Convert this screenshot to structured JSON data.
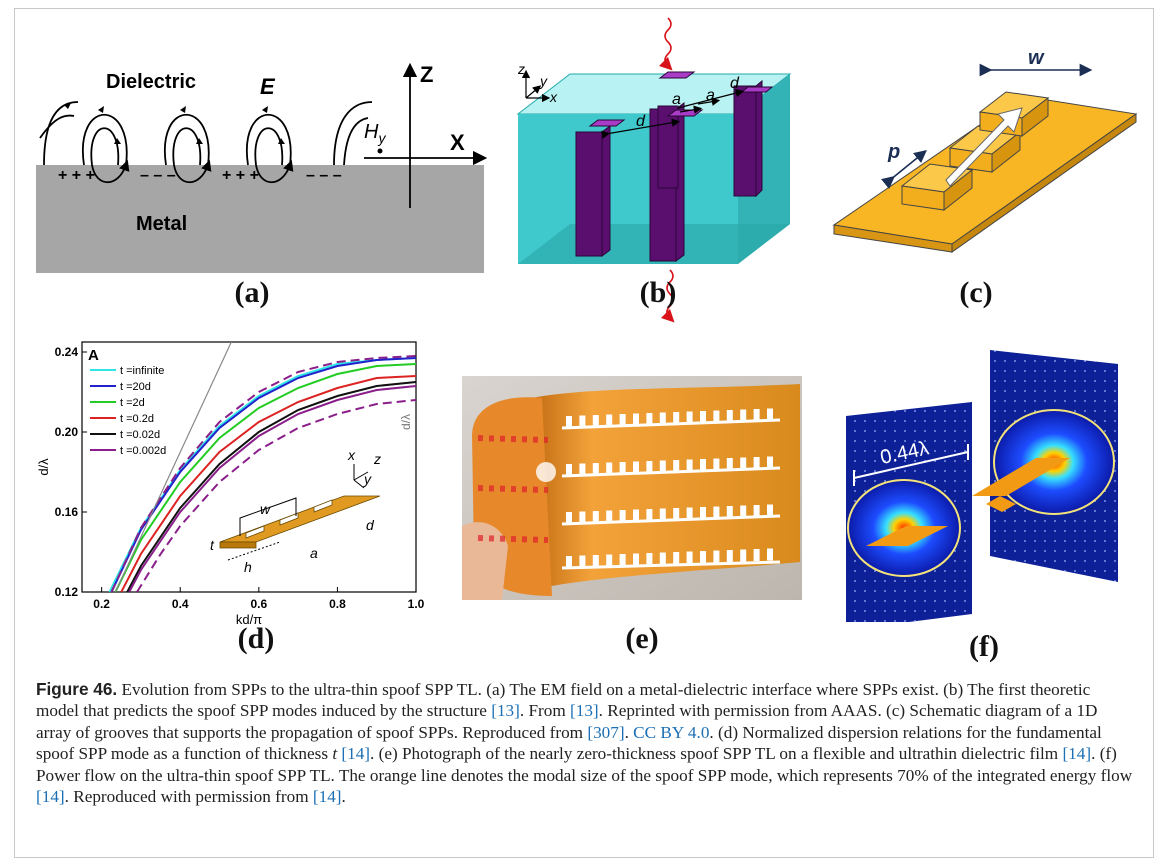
{
  "panel_a": {
    "label": "(a)",
    "dielectric": "Dielectric",
    "metal": "Metal",
    "e_field": "E",
    "hy": "H",
    "hy_sub": "y",
    "z_axis": "Z",
    "x_axis": "X",
    "charges": [
      "+ + +",
      "– – –",
      "+ + +",
      "– – –"
    ]
  },
  "panel_b": {
    "label": "(b)",
    "ax_z": "z",
    "ax_y": "y",
    "ax_x": "x",
    "dim_d": "d",
    "dim_a": "a"
  },
  "panel_c": {
    "label": "(c)",
    "dim_w": "w",
    "dim_p": "p"
  },
  "panel_d": {
    "label": "(d)",
    "corner": "A",
    "ylabel": "d/λ",
    "ylabel_right": "d/λ",
    "xlabel": "kd/π",
    "inset": {
      "w": "w",
      "t": "t",
      "a": "a",
      "d": "d",
      "h": "h",
      "x": "x",
      "y": "y",
      "z": "z"
    }
  },
  "panel_e": {
    "label": "(e)"
  },
  "panel_f": {
    "label": "(f)",
    "size": "0.44λ"
  },
  "chart_data": {
    "type": "line",
    "title": "",
    "xlabel": "kd/π",
    "ylabel": "d/λ",
    "xlim": [
      0.15,
      1.0
    ],
    "ylim": [
      0.12,
      0.245
    ],
    "xticks": [
      0.2,
      0.4,
      0.6,
      0.8,
      1.0
    ],
    "yticks": [
      0.12,
      0.16,
      0.2,
      0.24
    ],
    "grid": false,
    "legend": "top-left",
    "series": [
      {
        "name": "t =infinite",
        "color": "#2ee6e6",
        "dashed": false,
        "x": [
          0.22,
          0.3,
          0.4,
          0.5,
          0.6,
          0.7,
          0.8,
          0.9,
          1.0
        ],
        "y": [
          0.12,
          0.152,
          0.181,
          0.203,
          0.218,
          0.228,
          0.234,
          0.236,
          0.237
        ]
      },
      {
        "name": "t =20d",
        "color": "#2222cc",
        "dashed": false,
        "x": [
          0.225,
          0.3,
          0.4,
          0.5,
          0.6,
          0.7,
          0.8,
          0.9,
          1.0
        ],
        "y": [
          0.12,
          0.151,
          0.18,
          0.202,
          0.217,
          0.227,
          0.233,
          0.236,
          0.237
        ]
      },
      {
        "name": "t =2d",
        "color": "#22cc22",
        "dashed": false,
        "x": [
          0.235,
          0.3,
          0.4,
          0.5,
          0.6,
          0.7,
          0.8,
          0.9,
          1.0
        ],
        "y": [
          0.12,
          0.146,
          0.175,
          0.197,
          0.212,
          0.222,
          0.229,
          0.233,
          0.234
        ]
      },
      {
        "name": "t =0.2d",
        "color": "#dd2222",
        "dashed": false,
        "x": [
          0.25,
          0.3,
          0.4,
          0.5,
          0.6,
          0.7,
          0.8,
          0.9,
          1.0
        ],
        "y": [
          0.12,
          0.139,
          0.168,
          0.19,
          0.205,
          0.215,
          0.222,
          0.227,
          0.228
        ]
      },
      {
        "name": "t =0.02d",
        "color": "#111111",
        "dashed": false,
        "x": [
          0.265,
          0.3,
          0.4,
          0.5,
          0.6,
          0.7,
          0.8,
          0.9,
          1.0
        ],
        "y": [
          0.12,
          0.133,
          0.162,
          0.184,
          0.2,
          0.211,
          0.218,
          0.223,
          0.225
        ]
      },
      {
        "name": "t =0.002d",
        "color": "#8a1e8a",
        "dashed": false,
        "x": [
          0.27,
          0.3,
          0.4,
          0.5,
          0.6,
          0.7,
          0.8,
          0.9,
          1.0
        ],
        "y": [
          0.12,
          0.131,
          0.16,
          0.182,
          0.198,
          0.209,
          0.216,
          0.221,
          0.223
        ]
      },
      {
        "name": "",
        "color": "#8a1e8a",
        "dashed": true,
        "x": [
          0.225,
          0.3,
          0.4,
          0.5,
          0.6,
          0.7,
          0.8,
          0.9,
          1.0
        ],
        "y": [
          0.12,
          0.152,
          0.182,
          0.205,
          0.22,
          0.23,
          0.235,
          0.237,
          0.238
        ]
      },
      {
        "name": "",
        "color": "#8a1e8a",
        "dashed": true,
        "x": [
          0.29,
          0.35,
          0.4,
          0.5,
          0.6,
          0.7,
          0.8,
          0.9,
          1.0
        ],
        "y": [
          0.12,
          0.139,
          0.153,
          0.175,
          0.191,
          0.202,
          0.209,
          0.214,
          0.216
        ]
      },
      {
        "name": "",
        "color": "#888888",
        "dashed": false,
        "x": [
          0.235,
          0.53
        ],
        "y": [
          0.12,
          0.245
        ]
      }
    ]
  },
  "caption": {
    "figure_label": "Figure 46.",
    "s1": " Evolution from SPPs to the ultra-thin spoof SPP TL. (a) The EM field on a metal-dielectric interface where SPPs exist. (b) The first theoretic model that predicts the spoof SPP modes induced by the structure ",
    "r1": "[13]",
    "s2": ". From ",
    "r2": "[13]",
    "s3": ". Reprinted with permission from AAAS. (c) Schematic diagram of a 1D array of grooves that supports the propagation of spoof SPPs. Reproduced from ",
    "r3": "[307]",
    "s4": ". ",
    "r4": "CC BY 4.0",
    "s5": ". (d) Normalized dispersion relations for the fundamental spoof SPP mode as a function of thickness ",
    "t_var": "t",
    "s6": " ",
    "r5": "[14]",
    "s7": ". (e) Photograph of the nearly zero-thickness spoof SPP TL on a flexible and ultrathin dielectric film ",
    "r6": "[14]",
    "s8": ". (f) Power flow on the ultra-thin spoof SPP TL. The orange line denotes the modal size of the spoof SPP mode, which represents 70% of the integrated energy flow ",
    "r7": "[14]",
    "s9": ". Reproduced with permission from ",
    "r8": "[14]",
    "s10": "."
  }
}
